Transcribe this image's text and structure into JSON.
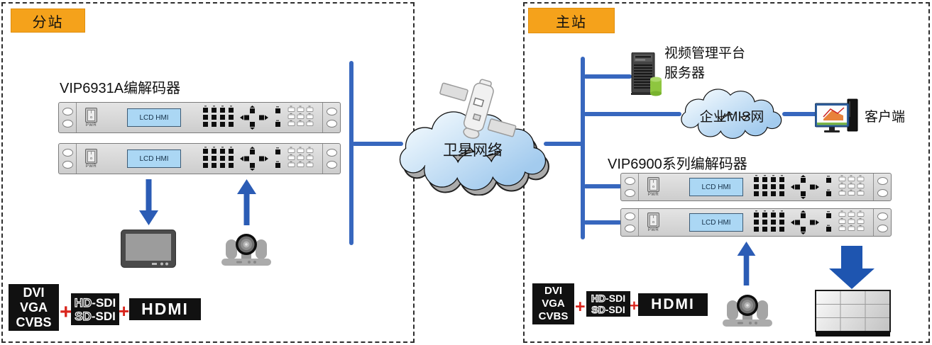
{
  "colors": {
    "accent_blue": "#3767BE",
    "arrow_blue": "#2B5CB5",
    "station_orange": "#F5A21B",
    "cloud_light": "#F3FAFE",
    "cloud_dark": "#A3CBEE",
    "plus_red": "#D9251D"
  },
  "left_station": {
    "label": "分站",
    "device_group_label": "VIP6931A编解码器"
  },
  "center": {
    "satellite_cloud_label": "卫星网络"
  },
  "right_station": {
    "label": "主站",
    "server_label_line1": "视频管理平台",
    "server_label_line2": "服务器",
    "mis_cloud_label": "企业MIS网",
    "client_label": "客户端",
    "device_group_label": "VIP6900系列编解码器"
  },
  "device_panel": {
    "power_label": "PWR",
    "lcd_label": "LCD HMI"
  },
  "logos": {
    "input_formats": [
      "DVI",
      "VGA",
      "CVBS"
    ],
    "plus": "+",
    "sdi_line1_prefix": "HD",
    "sdi_line1_suffix": "-SDI",
    "sdi_line2_prefix": "SD",
    "sdi_line2_suffix": "-SDI",
    "hdmi": "HDMI"
  }
}
